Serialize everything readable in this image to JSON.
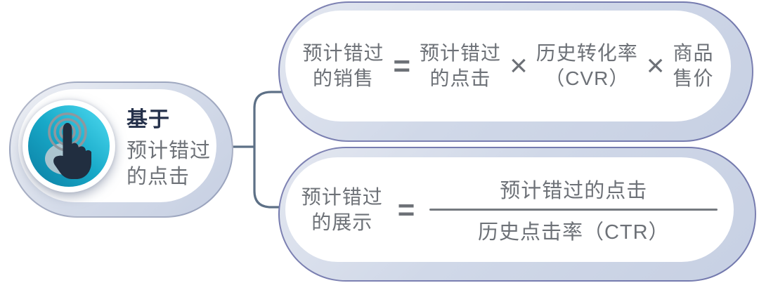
{
  "node": {
    "title": "基于",
    "subtitle_lines": [
      "预计错过",
      "的点击"
    ],
    "icon": "tap-gesture-icon"
  },
  "formulas": [
    {
      "name": "estimated-missed-sales",
      "lhs_lines": [
        "预计错过",
        "的销售"
      ],
      "equals_sign": "=",
      "operators": [
        "×",
        "×"
      ],
      "terms": [
        [
          "预计错过",
          "的点击"
        ],
        [
          "历史转化率",
          "（CVR）"
        ],
        [
          "商品",
          "售价"
        ]
      ]
    },
    {
      "name": "estimated-missed-impressions",
      "lhs_lines": [
        "预计错过",
        "的展示"
      ],
      "equals_sign": "=",
      "fraction": {
        "numerator": "预计错过的点击",
        "denominator": "历史点击率（CTR）"
      }
    }
  ],
  "colors": {
    "icon_teal_bright": "#4fdcf2",
    "icon_teal_dark": "#0b7da2",
    "hand_navy": "#212e40",
    "ripple_gray": "#8f979e",
    "pill_band": "#ccd5e6",
    "pill_rim_navy": "#2d3282",
    "text_gray": "#6d7177",
    "title_navy": "#24304a",
    "connector": "#5d7086"
  }
}
